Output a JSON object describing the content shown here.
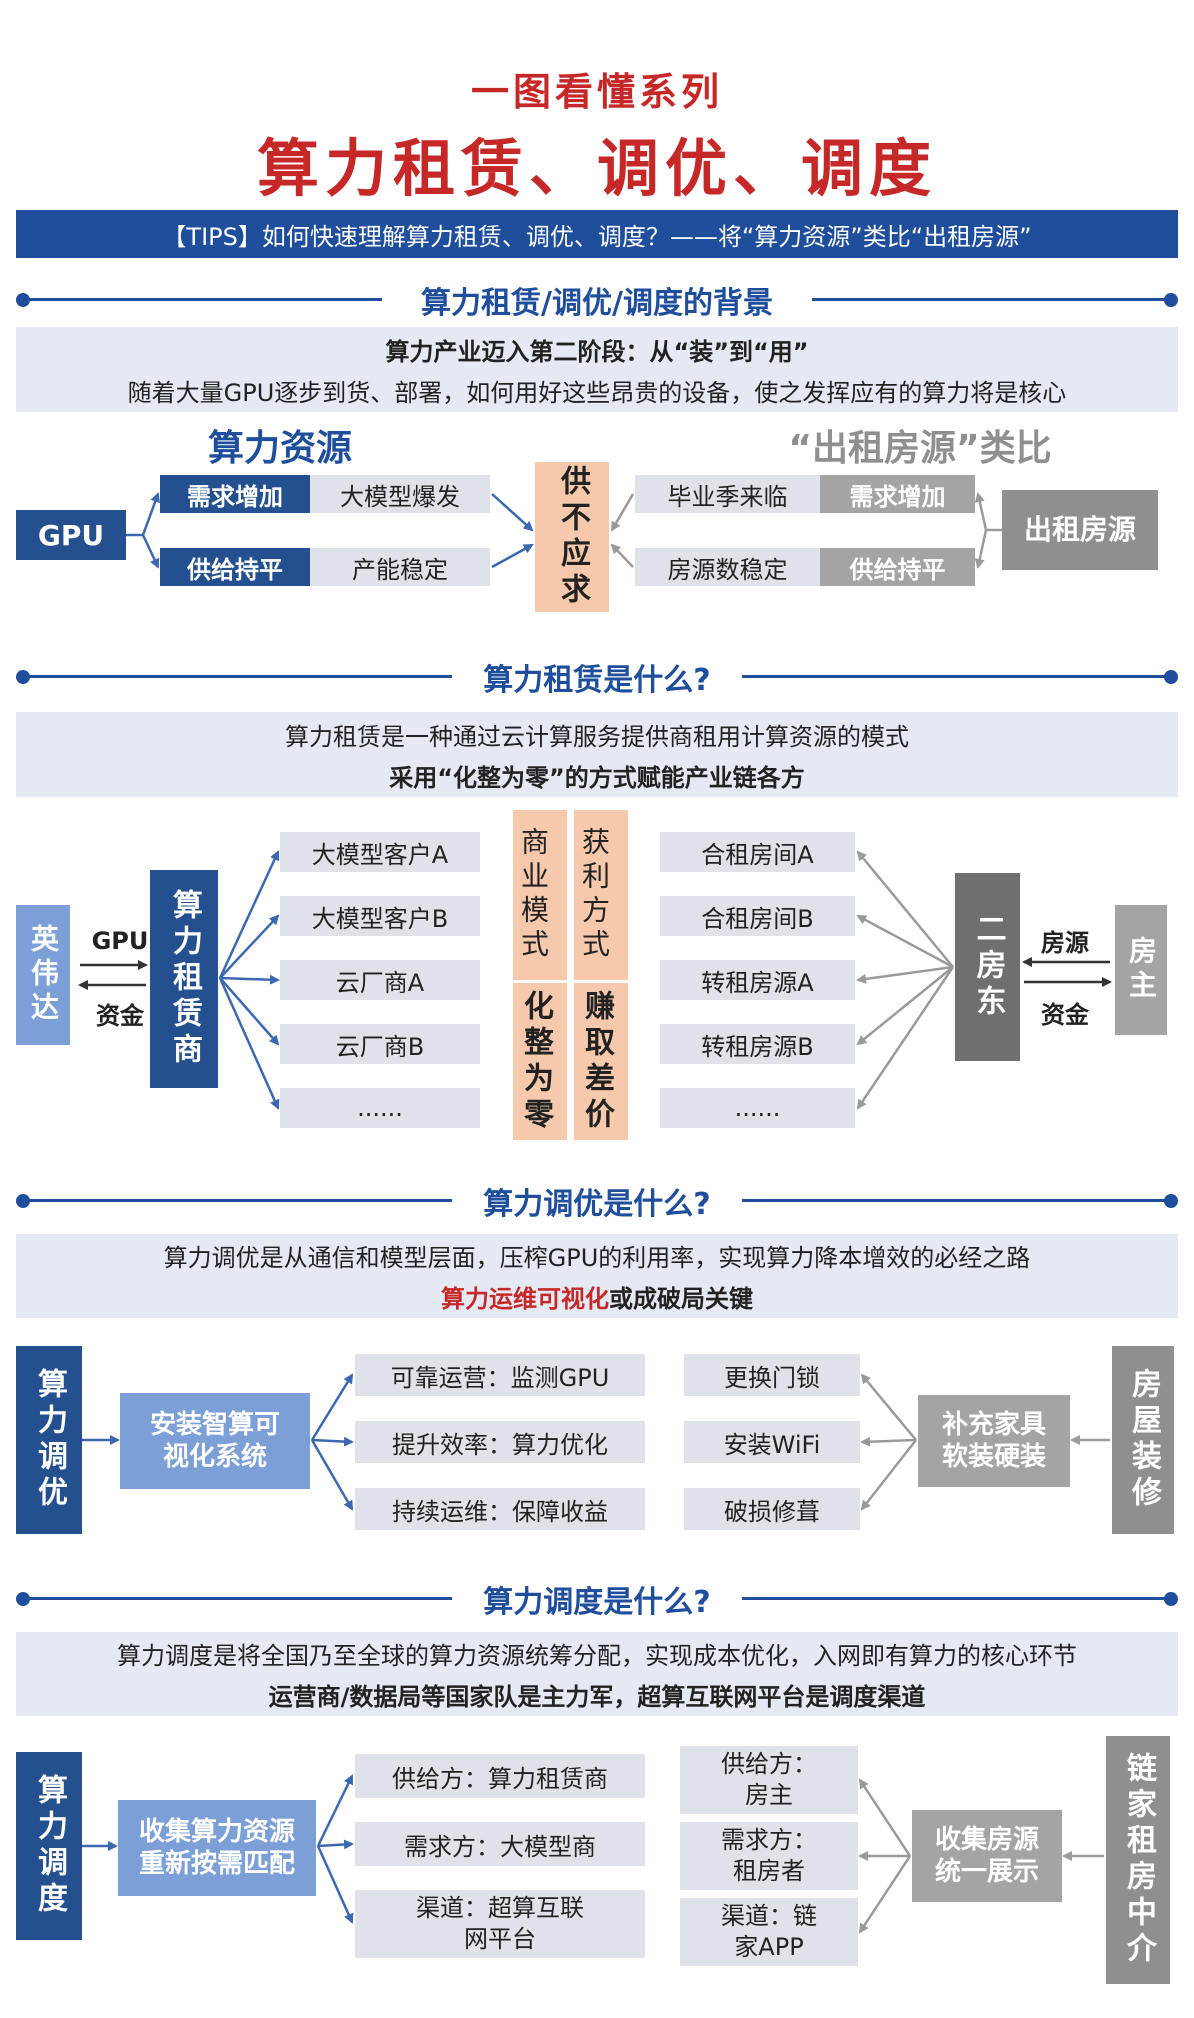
{
  "header": {
    "subtitle": "一图看懂系列",
    "title": "算力租赁、调优、调度",
    "tips": "【TIPS】如何快速理解算力租赁、调优、调度？——将“算力资源”类比“出租房源”"
  },
  "colors": {
    "primary_blue": "#1f4e9c",
    "title_red": "#c62828",
    "band_bg": "#e4e9f3",
    "peach": "#f6c9ac",
    "gray": "#8f8f8f"
  },
  "background": {
    "heading": "算力租赁/调优/调度的背景",
    "band_line1": "算力产业迈入第二阶段：从“装”到“用”",
    "band_line2": "随着大量GPU逐步到货、部署，如何用好这些昂贵的设备，使之发挥应有的算力将是核心",
    "left_title": "算力资源",
    "right_title": "“出租房源”类比",
    "gpu": "GPU",
    "demand_up": "需求增加",
    "supply_flat": "供给持平",
    "llm_boom": "大模型爆发",
    "capacity_stable": "产能稳定",
    "center_text": "供不应求",
    "graduation": "毕业季来临",
    "housing_stable": "房源数稳定",
    "demand_up_r": "需求增加",
    "supply_flat_r": "供给持平",
    "rental": "出租房源"
  },
  "leasing": {
    "heading": "算力租赁是什么?",
    "band_line1": "算力租赁是一种通过云计算服务提供商租用计算资源的模式",
    "band_line2": "采用“化整为零”的方式赋能产业链各方",
    "nvidia": "英伟达",
    "gpu_label": "GPU",
    "fund_label": "资金",
    "lessor": "算力租赁商",
    "clients": [
      "大模型客户A",
      "大模型客户B",
      "云厂商A",
      "云厂商B",
      "......"
    ],
    "biz_model_label": "商业模式",
    "biz_model_value": "化整为零",
    "profit_label": "获利方式",
    "profit_value": "赚取差价",
    "rooms": [
      "合租房间A",
      "合租房间B",
      "转租房源A",
      "转租房源B",
      "......"
    ],
    "landlord2": "二房东",
    "house_label": "房源",
    "fund_label_r": "资金",
    "owner": "房主"
  },
  "tuning": {
    "heading": "算力调优是什么?",
    "band_line1": "算力调优是从通信和模型层面，压榨GPU的利用率，实现算力降本增效的必经之路",
    "band_red": "算力运维可视化",
    "band_rest": "或成破局关键",
    "left_label": "算力调优",
    "install": "安装智算可视化系统",
    "items": [
      "可靠运营：监测GPU",
      "提升效率：算力优化",
      "持续运维：保障收益"
    ],
    "house_items": [
      "更换门锁",
      "安装WiFi",
      "破损修葺"
    ],
    "furnish": "补充家具软装硬装",
    "right_label": "房屋装修"
  },
  "scheduling": {
    "heading": "算力调度是什么?",
    "band_line1": "算力调度是将全国乃至全球的算力资源统筹分配，实现成本优化，入网即有算力的核心环节",
    "band_line2": "运营商/数据局等国家队是主力军，超算互联网平台是调度渠道",
    "left_label": "算力调度",
    "collect": "收集算力资源重新按需匹配",
    "items": [
      "供给方：算力租赁商",
      "需求方：大模型商",
      "渠道：超算互联网平台"
    ],
    "house_items": [
      "供给方：房主",
      "需求方：租房者",
      "渠道：链家APP"
    ],
    "collect_house": "收集房源统一展示",
    "right_label": "链家租房中介"
  }
}
